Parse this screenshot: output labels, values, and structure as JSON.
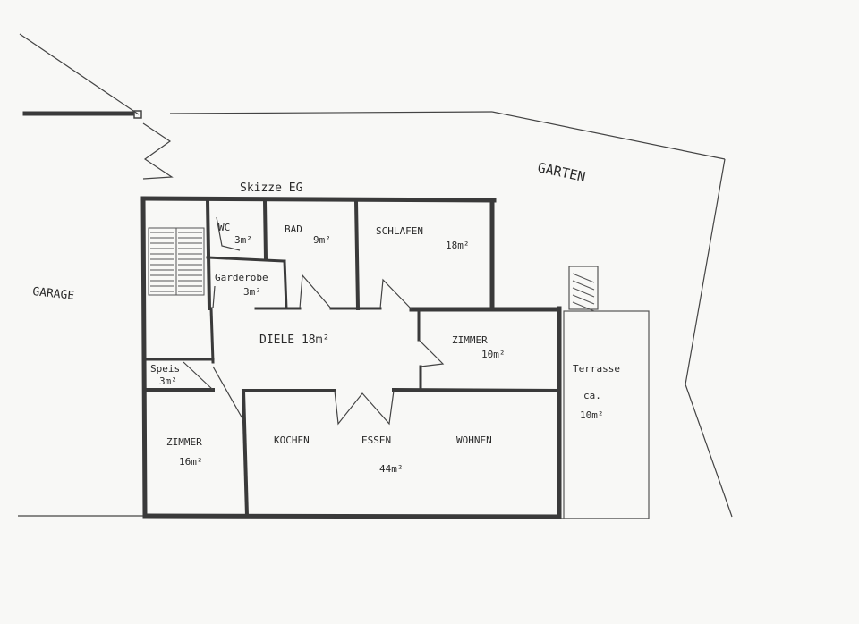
{
  "title": "Skizze EG",
  "outside": {
    "garten": "GARTEN",
    "garage": "GARAGE"
  },
  "rooms": {
    "wc": {
      "name": "WC",
      "area": "3m²"
    },
    "bad": {
      "name": "BAD",
      "area": "9m²"
    },
    "schlafen": {
      "name": "SCHLAFEN",
      "area": "18m²"
    },
    "garderobe": {
      "name": "Garderobe",
      "area": "3m²"
    },
    "diele": {
      "name": "DIELE 18m²"
    },
    "zimmer1": {
      "name": "ZIMMER",
      "area": "10m²"
    },
    "speis": {
      "name": "Speis",
      "area": "3m²"
    },
    "zimmer2": {
      "name": "ZIMMER",
      "area": "16m²"
    },
    "kochen": {
      "name": "KOCHEN"
    },
    "essen": {
      "name": "ESSEN",
      "area": "44m²"
    },
    "wohnen": {
      "name": "WOHNEN"
    },
    "terrasse": {
      "name": "Terrasse",
      "ca": "ca.",
      "area": "10m²"
    }
  }
}
